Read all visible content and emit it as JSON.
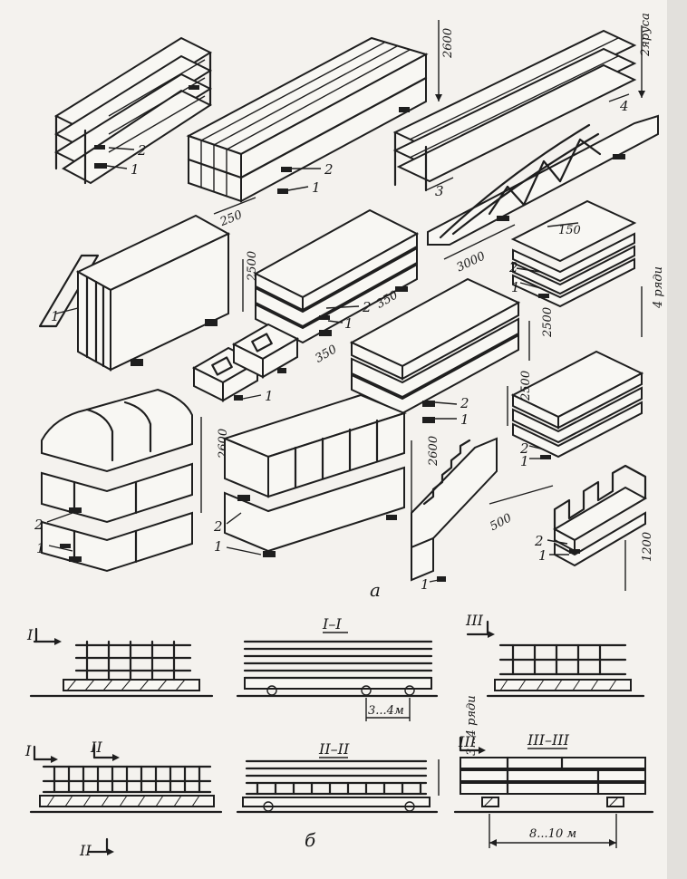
{
  "labels": {
    "pos1": "1",
    "pos2": "2",
    "pos3": "3",
    "pos4": "4",
    "part_a": "а",
    "part_b": "б"
  },
  "dimensions": {
    "d2600_beams": "2600",
    "d250": "250",
    "d2yarusa": "2яруса",
    "d3000": "3000",
    "d150": "150",
    "d4ryadi": "4 ряди",
    "d2500_plates": "2500",
    "d350_a": "350",
    "d350_b": "350",
    "d2500_mid": "2500",
    "d2500_small": "2500",
    "d2600_blocks": "2600",
    "d2600_wall": "2600",
    "d500": "500",
    "d1200": "1200",
    "d3_4m": "3...4м",
    "d3_4ryadi": "3...4 ряди",
    "d8_10m": "8...10 м"
  },
  "sections": {
    "s1": "I",
    "s1_1": "I–I",
    "s3": "III",
    "s1b": "I",
    "s2": "II",
    "s2_2": "II–II",
    "s3b": "III",
    "s3_3": "III–III",
    "s2b": "II"
  },
  "colors": {
    "ink": "#1e1e1e",
    "paper": "#f4f2ee"
  }
}
